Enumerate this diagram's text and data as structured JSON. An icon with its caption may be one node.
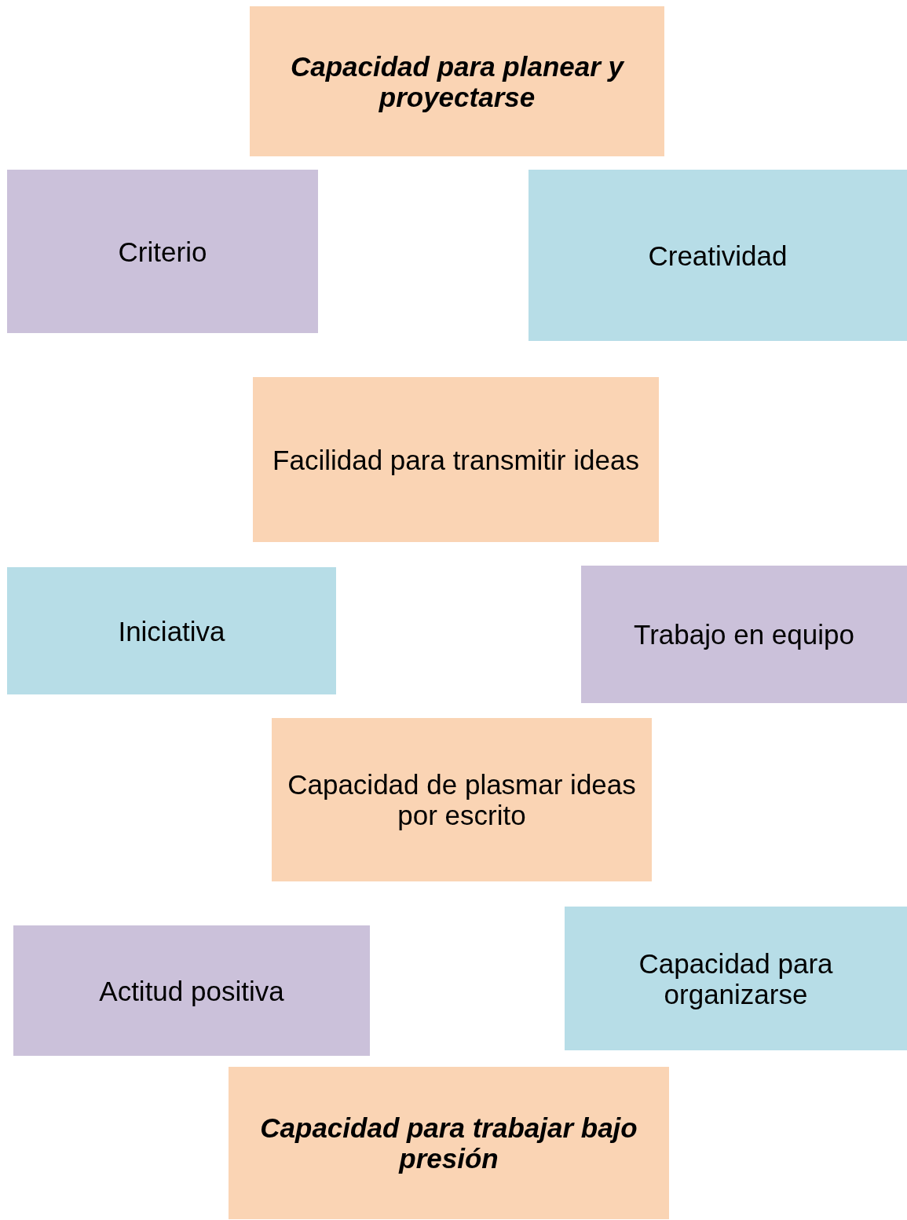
{
  "diagram": {
    "nodes": [
      {
        "text": [
          "Capacidad para planear y proyectarse"
        ]
      },
      {
        "text": [
          "Criterio"
        ]
      },
      {
        "text": [
          "Creatividad"
        ]
      },
      {
        "text": [
          "Facilidad para transmitir ideas"
        ]
      },
      {
        "text": [
          "Iniciativa"
        ]
      },
      {
        "text": [
          "Trabajo en equipo"
        ]
      },
      {
        "text": [
          "Capacidad de plasmar ideas por escrito"
        ]
      },
      {
        "text": [
          "Actitud positiva"
        ]
      },
      {
        "text": [
          "Capacidad para organizarse"
        ]
      },
      {
        "text": [
          "Capacidad para trabajar bajo presión"
        ]
      }
    ],
    "edges": []
  }
}
